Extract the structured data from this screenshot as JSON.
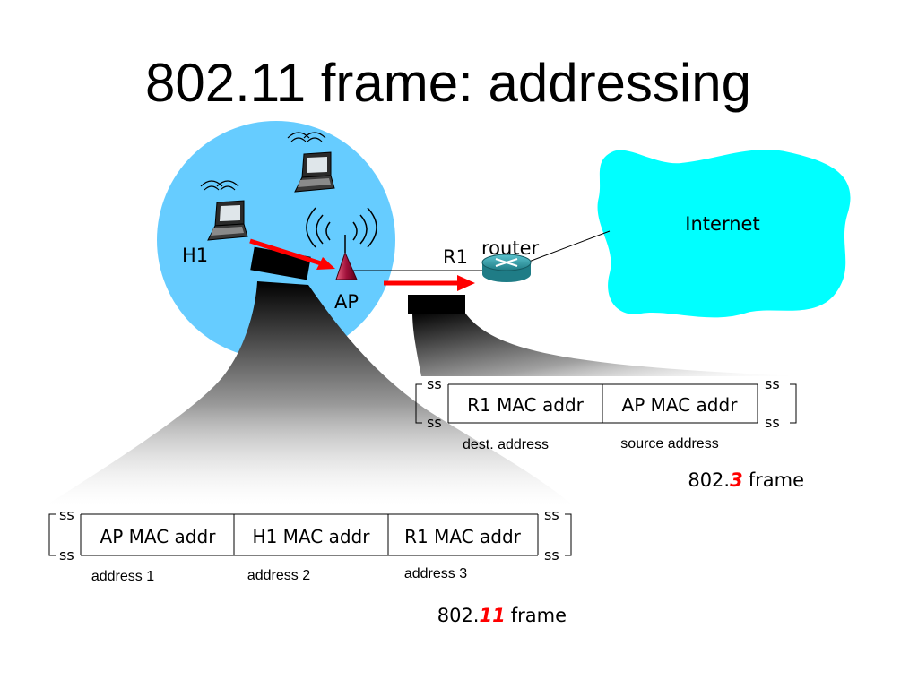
{
  "title": "802.11 frame: addressing",
  "labels": {
    "internet": "Internet",
    "router": "router",
    "r1": "R1",
    "h1": "H1",
    "ap": "AP"
  },
  "frame_8023": {
    "fields": [
      "R1 MAC addr",
      "AP MAC addr"
    ],
    "captions": [
      "dest. address",
      "source address"
    ],
    "name_prefix": "802.",
    "name_number": "3",
    "name_suffix": "frame"
  },
  "frame_80211": {
    "fields": [
      "AP MAC addr",
      "H1 MAC addr",
      "R1 MAC addr"
    ],
    "captions": [
      "address 1",
      "address 2",
      "address 3"
    ],
    "name_prefix": "802.",
    "name_number": "11",
    "name_suffix": "frame"
  },
  "colors": {
    "bss": "#66ccff",
    "internet": "#00ffff",
    "arrow": "#ff0000",
    "highlight": "#ff0000",
    "router": "#2f9aa5"
  }
}
